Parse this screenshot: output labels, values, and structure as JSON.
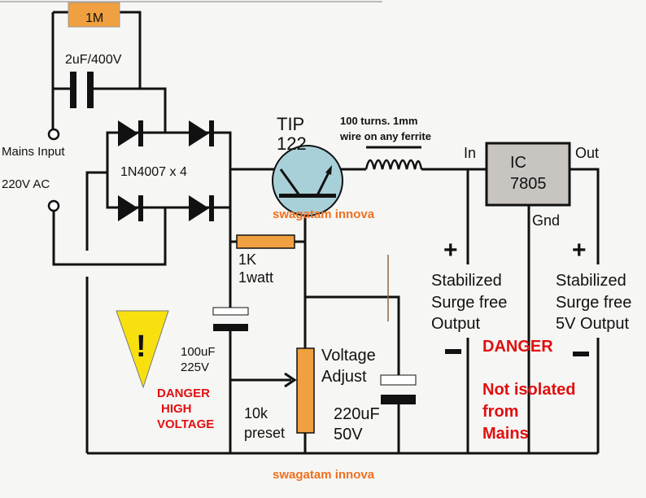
{
  "colors": {
    "resistor": "#f0a040",
    "transistor": "#a8d0d8",
    "ic": "#c8c4c0",
    "warning": "#f8e010",
    "danger_text": "#e01010",
    "watermark": "#f07020"
  },
  "labels": {
    "r1": "1M",
    "c1": "2uF/400V",
    "mains1": "Mains Input",
    "mains2": "220V AC",
    "bridge": "1N4007 x 4",
    "tip1": "TIP",
    "tip2": "122",
    "coil1": "100 turns. 1mm",
    "coil2": "wire on any ferrite",
    "in": "In",
    "ic1": "IC",
    "ic2": "7805",
    "out": "Out",
    "gnd": "Gnd",
    "r2a": "1K",
    "r2b": "1watt",
    "c2a": "100uF",
    "c2b": "225V",
    "pot_a": "Voltage",
    "pot_b": "Adjust",
    "pot_c": "10k",
    "pot_d": "preset",
    "c3a": "220uF",
    "c3b": "50V",
    "plus": "+",
    "minus": "–",
    "outL1": "Stabilized",
    "outL2": "Surge free",
    "outL3": "Output",
    "outR1": "Stabilized",
    "outR2": "Surge free",
    "outR3": "5V Output",
    "warn_mark": "!",
    "warn1": "DANGER",
    "warn2": "HIGH",
    "warn3": "VOLTAGE",
    "danger": "DANGER",
    "iso1": "Not isolated",
    "iso2": "from",
    "iso3": "Mains",
    "watermark": "swagatam innova"
  }
}
